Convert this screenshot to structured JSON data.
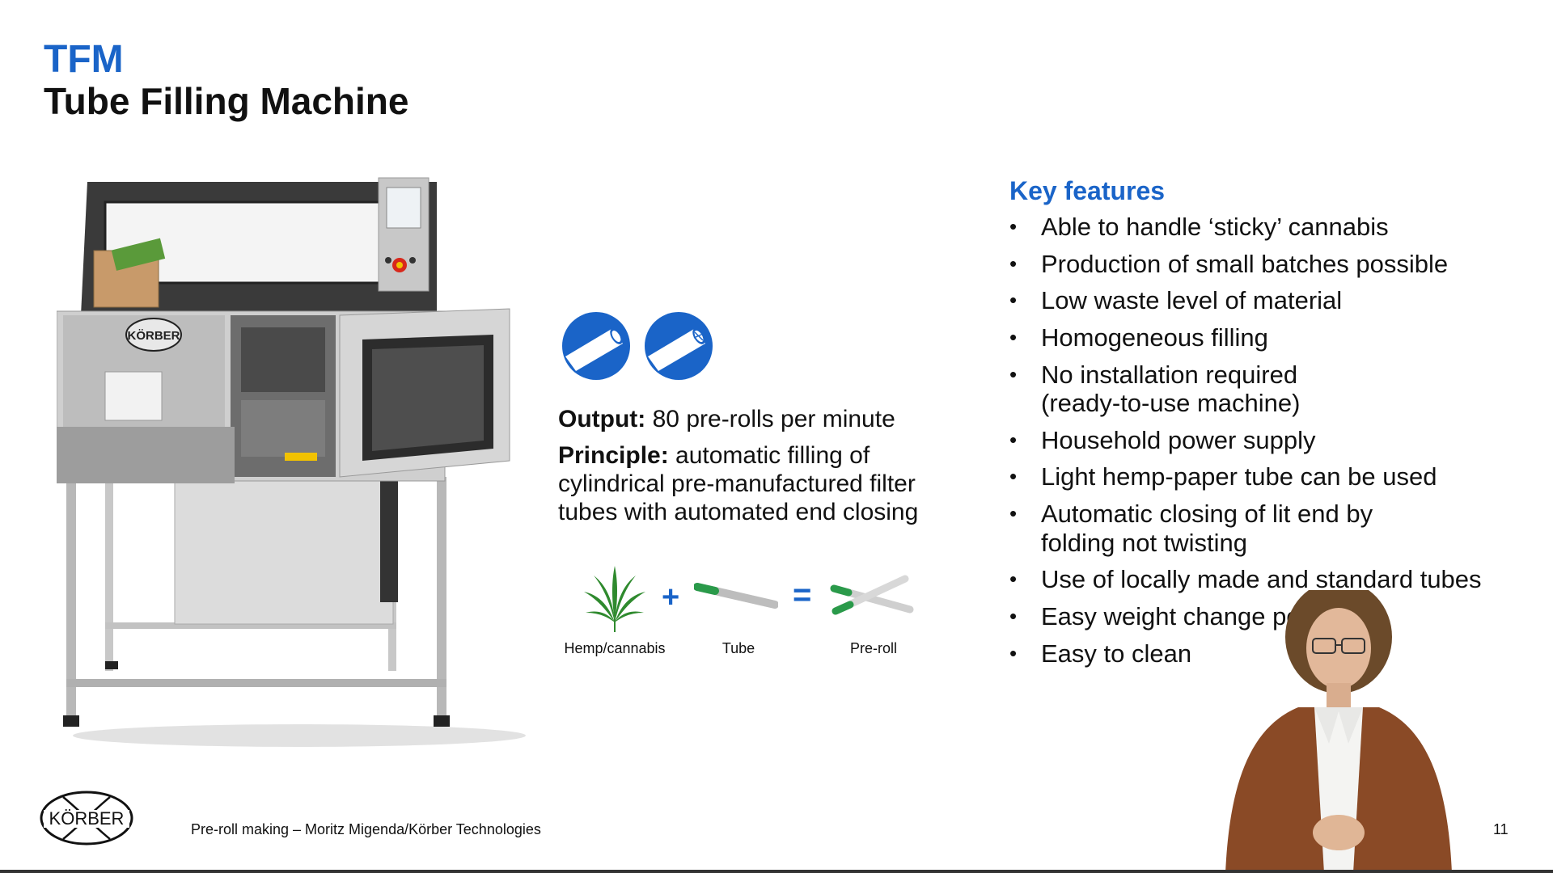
{
  "header": {
    "acronym": "TFM",
    "title": "Tube Filling Machine"
  },
  "machine_image": {
    "logo_text": "KÖRBER"
  },
  "center": {
    "output_label": "Output:",
    "output_value": "80 pre-rolls per minute",
    "principle_label": "Principle:",
    "principle_value": "automatic filling of cylindrical pre-manufactured filter tubes with automated end closing",
    "formula": {
      "operator_plus": "+",
      "operator_equals": "=",
      "labels": [
        "Hemp/cannabis",
        "Tube",
        "Pre-roll"
      ]
    }
  },
  "features": {
    "heading": "Key features",
    "items": [
      "Able to handle ‘sticky’ cannabis",
      "Production of small batches possible",
      "Low waste level of material",
      "Homogeneous filling",
      "No installation required (ready-to-use machine)",
      "Household power supply",
      "Light hemp-paper tube can be used",
      "Automatic closing of lit end by folding not twisting",
      "Use of locally made and standard tubes",
      "Easy weight change possible",
      "Easy to clean"
    ]
  },
  "footer": {
    "logo_text": "KÖRBER",
    "text": "Pre-roll making – Moritz Migenda/Körber Technologies",
    "page_number": "11"
  },
  "colors": {
    "accent_blue": "#1a64c8",
    "leaf_green": "#2f8a2e",
    "tube_green": "#2a9a4a",
    "presenter_jacket": "#8a4a26"
  }
}
